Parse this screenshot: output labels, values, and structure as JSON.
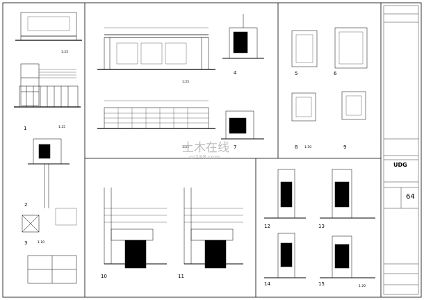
{
  "sheet": {
    "scales": {
      "s1_25": "1:25",
      "s1_10": "1:10",
      "s1_20": "1:20",
      "s1_50": "1:50"
    },
    "watermark": {
      "cn": "土木在线",
      "en": "co188.com"
    },
    "title_block": {
      "code": "UDG",
      "sheet_no": "64"
    },
    "callouts": [
      "1",
      "2",
      "3",
      "4",
      "5",
      "6",
      "7",
      "8",
      "9",
      "10",
      "11",
      "12",
      "13",
      "14",
      "15"
    ]
  }
}
